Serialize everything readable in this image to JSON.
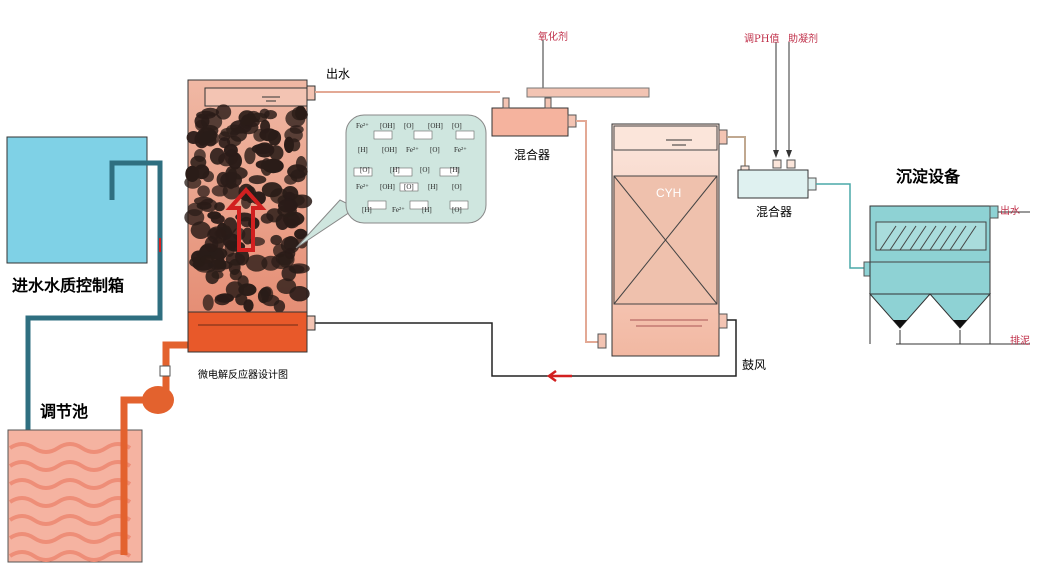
{
  "labels": {
    "inlet_box": "进水水质控制箱",
    "tank": "调节池",
    "outlet_water": "出水",
    "reactor_caption": "微电解反应器设计图",
    "mixer1": "混合器",
    "mixer2": "混合器",
    "oxidant": "氧化剂",
    "ph_adjust": "调PH值",
    "coagulant_aid": "助凝剂",
    "sediment_title": "沉淀设备",
    "sediment_outlet": "出水",
    "sludge_discharge": "排泥",
    "aeration": "鼓风",
    "cyh": "CYH"
  },
  "bubble_chem": {
    "row1": [
      "Fe²⁺",
      "[OH]",
      "[O]",
      "[OH]",
      "[O]"
    ],
    "row2": [
      "[H]",
      "[OH]",
      "Fe²⁺",
      "[O]",
      "Fe²⁺"
    ],
    "row3": [
      "[O]",
      "[H]",
      "[O]",
      "[H]"
    ],
    "row4": [
      "Fe²⁺",
      "[OH]",
      "[O]",
      "[H]",
      "[O]"
    ],
    "row5": [
      "[H]",
      "Fe²⁺",
      "[H]",
      "[O]"
    ]
  },
  "colors": {
    "inlet_box": "#7fd1e6",
    "pipe_dark": "#2f6f80",
    "tank_fill": "#f5b3a1",
    "tank_wave": "#ee8e78",
    "reactor_salmon": "#e8a58f",
    "reactor_bed": "#e4927c",
    "pump": "#e3622e",
    "reactor_base": "#e8592a",
    "bubble": "#cfe6df",
    "cyh_fill": "#f7d2c2",
    "sediment_fill": "#8ed2d4",
    "red_arrow": "#d22020"
  }
}
